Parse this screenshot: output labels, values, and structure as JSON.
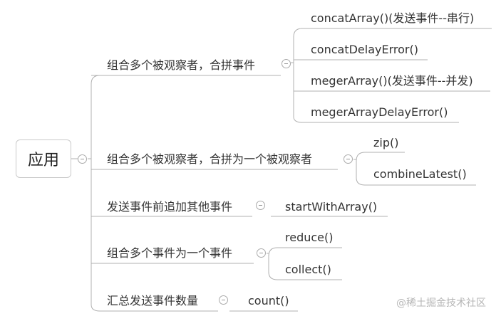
{
  "root": {
    "label": "应用"
  },
  "groups": [
    {
      "label": "组合多个被观察者，合拼事件",
      "children": [
        "concatArray()(发送事件--串行)",
        "concatDelayError()",
        "megerArray()(发送事件--并发)",
        "megerArrayDelayError()"
      ]
    },
    {
      "label": "组合多个被观察者，合拼为一个被观察者",
      "children": [
        "zip()",
        "combineLatest()"
      ]
    },
    {
      "label": "发送事件前追加其他事件",
      "children": [
        "startWithArray()"
      ]
    },
    {
      "label": "组合多个事件为一个事件",
      "children": [
        "reduce()",
        "collect()"
      ]
    },
    {
      "label": "汇总发送事件数量",
      "children": [
        "count()"
      ]
    }
  ],
  "watermark": "@稀土掘金技术社区",
  "colors": {
    "line": "#b0b0b0",
    "text": "#333333"
  }
}
